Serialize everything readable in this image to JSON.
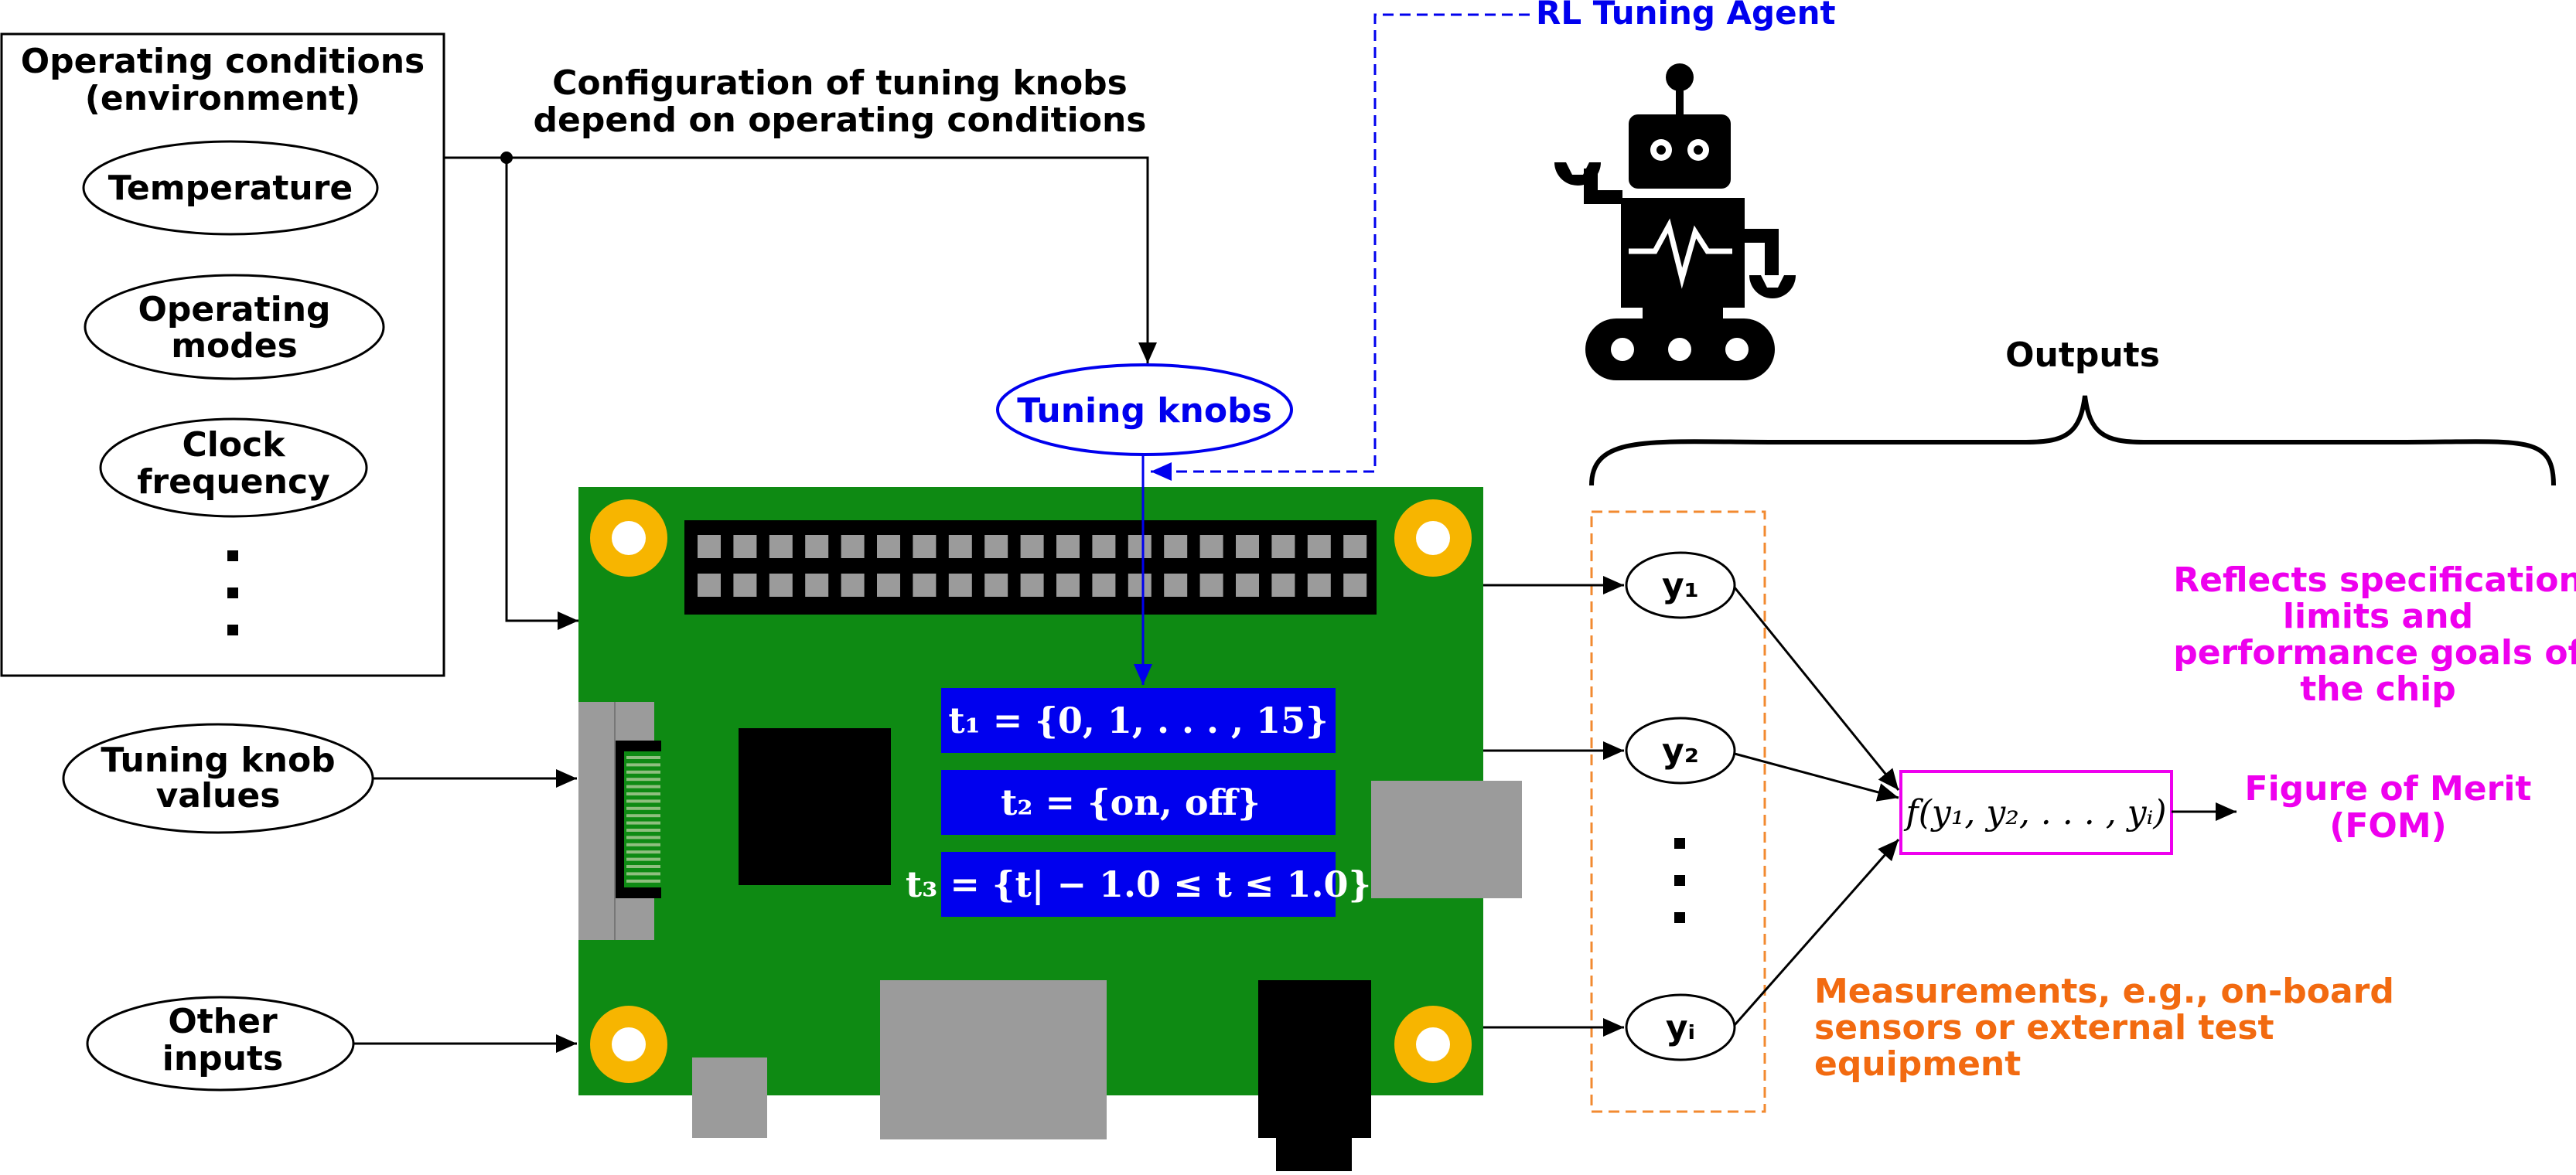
{
  "operating_conditions": {
    "title_line1": "Operating conditions",
    "title_line2": "(environment)",
    "items": [
      {
        "line1": "Temperature",
        "line2": ""
      },
      {
        "line1": "Operating",
        "line2": "modes"
      },
      {
        "line1": "Clock",
        "line2": "frequency"
      }
    ],
    "ellipsis": "⋮"
  },
  "config_note": {
    "line1": "Configuration of tuning knobs",
    "line2": "depend on operating conditions"
  },
  "rl_agent": {
    "label": "RL Tuning Agent"
  },
  "tuning_knobs": {
    "label": "Tuning knobs"
  },
  "tuning_knob_values": {
    "line1": "Tuning knob",
    "line2": "values"
  },
  "other_inputs": {
    "line1": "Other",
    "line2": "inputs"
  },
  "knob_definitions": [
    "t₁ = {0, 1, . . . , 15}",
    "t₂ = {on, off}",
    "t₃ = {t| − 1.0 ≤ t ≤ 1.0}"
  ],
  "outputs": {
    "title": "Outputs",
    "items": [
      "y₁",
      "y₂",
      "yᵢ"
    ],
    "ellipsis": "⋮"
  },
  "fom_function": "f(y₁, y₂, . . . , yᵢ)",
  "fom_label": {
    "line1": "Figure of Merit",
    "line2": "(FOM)"
  },
  "spec_note": {
    "line1": "Reflects specification",
    "line2": "limits and",
    "line3": "performance goals of",
    "line4": "the chip"
  },
  "measurements_note": {
    "line1": "Measurements, e.g., on-board",
    "line2": "sensors or external test",
    "line3": "equipment"
  },
  "colors": {
    "board": "#0e8a13",
    "knob_blue": "#0000ee",
    "accent_magenta": "#ee00ee",
    "accent_orange": "#f26a10",
    "hole_gold": "#f7b500",
    "component_gray": "#9b9b9b"
  }
}
